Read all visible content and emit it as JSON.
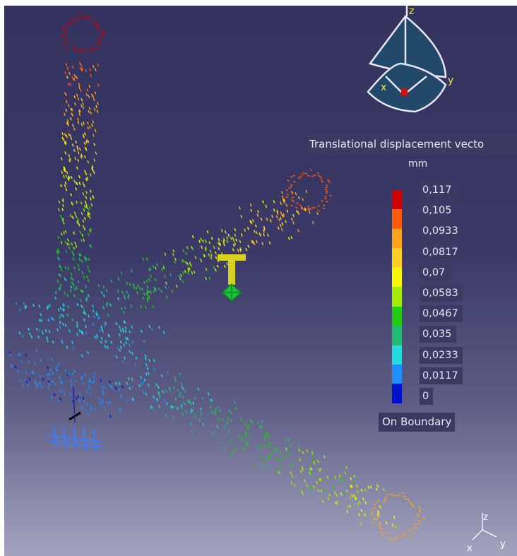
{
  "legend": {
    "title": "Translational displacement vecto",
    "unit": "mm",
    "values": [
      "0,117",
      "0,105",
      "0,0933",
      "0,0817",
      "0,07",
      "0,0583",
      "0,0467",
      "0,035",
      "0,0233",
      "0,0117",
      "0"
    ],
    "colors": [
      "#d10000",
      "#ff5a0a",
      "#ffa31a",
      "#ffcf21",
      "#f7f700",
      "#a6ec00",
      "#22cc10",
      "#22bb77",
      "#22dddd",
      "#1e90ff",
      "#0010cc"
    ],
    "footer": "On Boundary"
  },
  "compass": {
    "z": "z",
    "x": "x",
    "y": "y"
  },
  "axis_triad": {
    "z": "z",
    "x": "x",
    "y": "y"
  }
}
